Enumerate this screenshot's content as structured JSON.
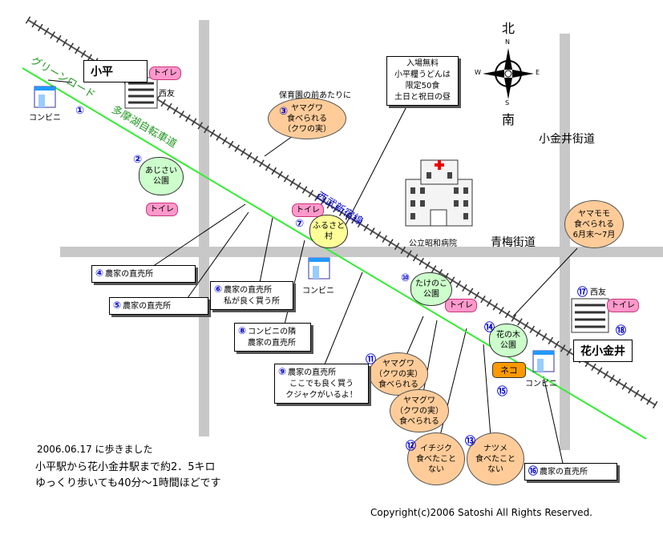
{
  "stations": {
    "kodaira": "小平",
    "hanakoganei": "花小金井"
  },
  "roads": {
    "koganei_kaido": "小金井街道",
    "ome_kaido": "青梅街道",
    "green_road": "グリーンロード",
    "tamako_path": "多摩湖自転車道",
    "seibu_line": "西武新宿線"
  },
  "compass": {
    "north_kanji": "北",
    "south_kanji": "南",
    "n": "N",
    "s": "S",
    "e": "E",
    "w": "W"
  },
  "labels": {
    "seiyu1": "西友",
    "seiyu2": "西友",
    "hospital": "公立昭和病院",
    "conv1": "コンビニ",
    "conv2": "コンビニ",
    "conv3": "コンビニ",
    "toilet": "トイレ",
    "neko": "ネコ"
  },
  "free_box": {
    "l1": "入場無料",
    "l2": "小平糧うどんは",
    "l3": "限定50食",
    "l4": "土日と祝日の昼"
  },
  "numbers": {
    "n1": "①",
    "n2": "②",
    "n3": "③",
    "n4": "④",
    "n5": "⑤",
    "n6": "⑥",
    "n7": "⑦",
    "n8": "⑧",
    "n9": "⑨",
    "n10": "⑩",
    "n11": "⑪",
    "n12": "⑫",
    "n13": "⑬",
    "n14": "⑭",
    "n15": "⑮",
    "n16": "⑯",
    "n17": "⑰",
    "n18": "⑱"
  },
  "spots": {
    "s2": {
      "l1": "あじさい",
      "l2": "公園"
    },
    "s3": {
      "top": "保育園の前あたりに",
      "l1": "ヤマグワ",
      "l2": "食べられる",
      "l3": "（クワの実）"
    },
    "s7": {
      "l1": "ふるさと",
      "l2": "村"
    },
    "s10": {
      "l1": "たけのこ",
      "l2": "公園"
    },
    "s11": {
      "l1": "ヤマグワ",
      "l2": "（クワの実）",
      "l3": "食べられる"
    },
    "s11b": {
      "l1": "ヤマグワ",
      "l2": "（クワの実）",
      "l3": "食べられる"
    },
    "s12": {
      "l1": "イチジク",
      "l2": "食べたこと",
      "l3": "ない"
    },
    "s13": {
      "l1": "ナツメ",
      "l2": "食べたこと",
      "l3": "ない"
    },
    "s14": {
      "l1": "花の木",
      "l2": "公園"
    },
    "yamamomo": {
      "l1": "ヤマモモ",
      "l2": "食べられる",
      "l3": "6月末〜7月"
    }
  },
  "callouts": {
    "c4": "農家の直売所",
    "c5": "農家の直売所",
    "c6": {
      "l1": "農家の直売所",
      "l2": "私が良く買う所"
    },
    "c8": {
      "l1": "コンビニの隣",
      "l2": "農家の直売所"
    },
    "c9": {
      "l1": "農家の直売所",
      "l2": "ここでも良く買う",
      "l3": "クジャクがいるよ！"
    },
    "c16": "農家の直売所"
  },
  "footer": {
    "date": "2006.06.17 に歩きました",
    "line2": "小平駅から花小金井駅まで約2．5キロ",
    "line3": "ゆっくり歩いても40分〜1時間ほどです",
    "copyright": "Copyright(c)2006 Satoshi All Rights Reserved."
  },
  "colors": {
    "green_road": "#33ee33",
    "road_gray": "#c8c8c8",
    "peach": "#ffcc99",
    "toilet": "#ff99cc",
    "num_blue": "#0000cc",
    "neko": "#ff9900"
  }
}
